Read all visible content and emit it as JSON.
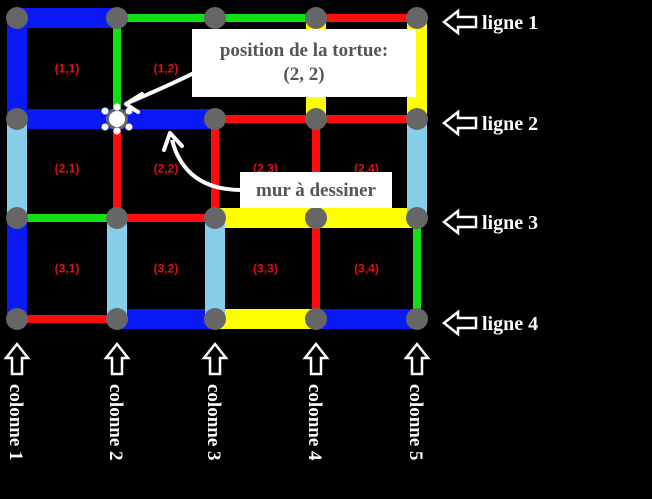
{
  "colors": {
    "background": "#000000",
    "blue": "#0a1af5",
    "green": "#12e012",
    "red": "#ff0d0d",
    "yellow": "#ffff00",
    "lightblue": "#87ceeb",
    "node": "#666666",
    "cell_label": "#e01010"
  },
  "cells": [
    {
      "label": "(1,1)",
      "row": 1,
      "col": 1
    },
    {
      "label": "(1,2)",
      "row": 1,
      "col": 2
    },
    {
      "label": "(2,1)",
      "row": 2,
      "col": 1
    },
    {
      "label": "(2,2)",
      "row": 2,
      "col": 2
    },
    {
      "label": "(2,3)",
      "row": 2,
      "col": 3
    },
    {
      "label": "(2,4)",
      "row": 2,
      "col": 4
    },
    {
      "label": "(3,1)",
      "row": 3,
      "col": 1
    },
    {
      "label": "(3,2)",
      "row": 3,
      "col": 2
    },
    {
      "label": "(3,3)",
      "row": 3,
      "col": 3
    },
    {
      "label": "(3,4)",
      "row": 3,
      "col": 4
    }
  ],
  "horizontal_walls": [
    {
      "line": 1,
      "col": 1,
      "color": "blue",
      "thick": true
    },
    {
      "line": 1,
      "col": 2,
      "color": "green",
      "thick": false
    },
    {
      "line": 1,
      "col": 3,
      "color": "green",
      "thick": false
    },
    {
      "line": 1,
      "col": 4,
      "color": "red",
      "thick": false
    },
    {
      "line": 2,
      "col": 1,
      "color": "blue",
      "thick": true
    },
    {
      "line": 2,
      "col": 2,
      "color": "blue",
      "thick": true
    },
    {
      "line": 2,
      "col": 3,
      "color": "red",
      "thick": false
    },
    {
      "line": 2,
      "col": 4,
      "color": "red",
      "thick": false
    },
    {
      "line": 3,
      "col": 1,
      "color": "green",
      "thick": false
    },
    {
      "line": 3,
      "col": 2,
      "color": "red",
      "thick": false
    },
    {
      "line": 3,
      "col": 3,
      "color": "yellow",
      "thick": true
    },
    {
      "line": 3,
      "col": 4,
      "color": "yellow",
      "thick": true
    },
    {
      "line": 4,
      "col": 1,
      "color": "red",
      "thick": false
    },
    {
      "line": 4,
      "col": 2,
      "color": "blue",
      "thick": true
    },
    {
      "line": 4,
      "col": 3,
      "color": "yellow",
      "thick": true
    },
    {
      "line": 4,
      "col": 4,
      "color": "blue",
      "thick": true
    }
  ],
  "vertical_walls": [
    {
      "column": 1,
      "row": 1,
      "color": "blue",
      "thick": true
    },
    {
      "column": 1,
      "row": 2,
      "color": "lightblue",
      "thick": true
    },
    {
      "column": 1,
      "row": 3,
      "color": "blue",
      "thick": true
    },
    {
      "column": 2,
      "row": 1,
      "color": "green",
      "thick": false
    },
    {
      "column": 2,
      "row": 2,
      "color": "red",
      "thick": false
    },
    {
      "column": 2,
      "row": 3,
      "color": "lightblue",
      "thick": true
    },
    {
      "column": 3,
      "row": 2,
      "color": "red",
      "thick": false
    },
    {
      "column": 3,
      "row": 3,
      "color": "lightblue",
      "thick": true
    },
    {
      "column": 4,
      "row": 1,
      "color": "yellow",
      "thick": true
    },
    {
      "column": 4,
      "row": 2,
      "color": "red",
      "thick": false
    },
    {
      "column": 4,
      "row": 3,
      "color": "red",
      "thick": false
    },
    {
      "column": 5,
      "row": 1,
      "color": "yellow",
      "thick": true
    },
    {
      "column": 5,
      "row": 2,
      "color": "lightblue",
      "thick": true
    },
    {
      "column": 5,
      "row": 3,
      "color": "green",
      "thick": false
    }
  ],
  "row_labels": [
    "ligne 1",
    "ligne 2",
    "ligne 3",
    "ligne 4"
  ],
  "column_labels": [
    "colonne 1",
    "colonne 2",
    "colonne 3",
    "colonne 4",
    "colonne 5"
  ],
  "callout_turtle": {
    "line1": "position de la tortue:",
    "line2": "(2, 2)"
  },
  "callout_wall": {
    "text": "mur à dessiner"
  },
  "turtle": {
    "line": 2,
    "column": 2,
    "icon": "turtle-icon"
  }
}
